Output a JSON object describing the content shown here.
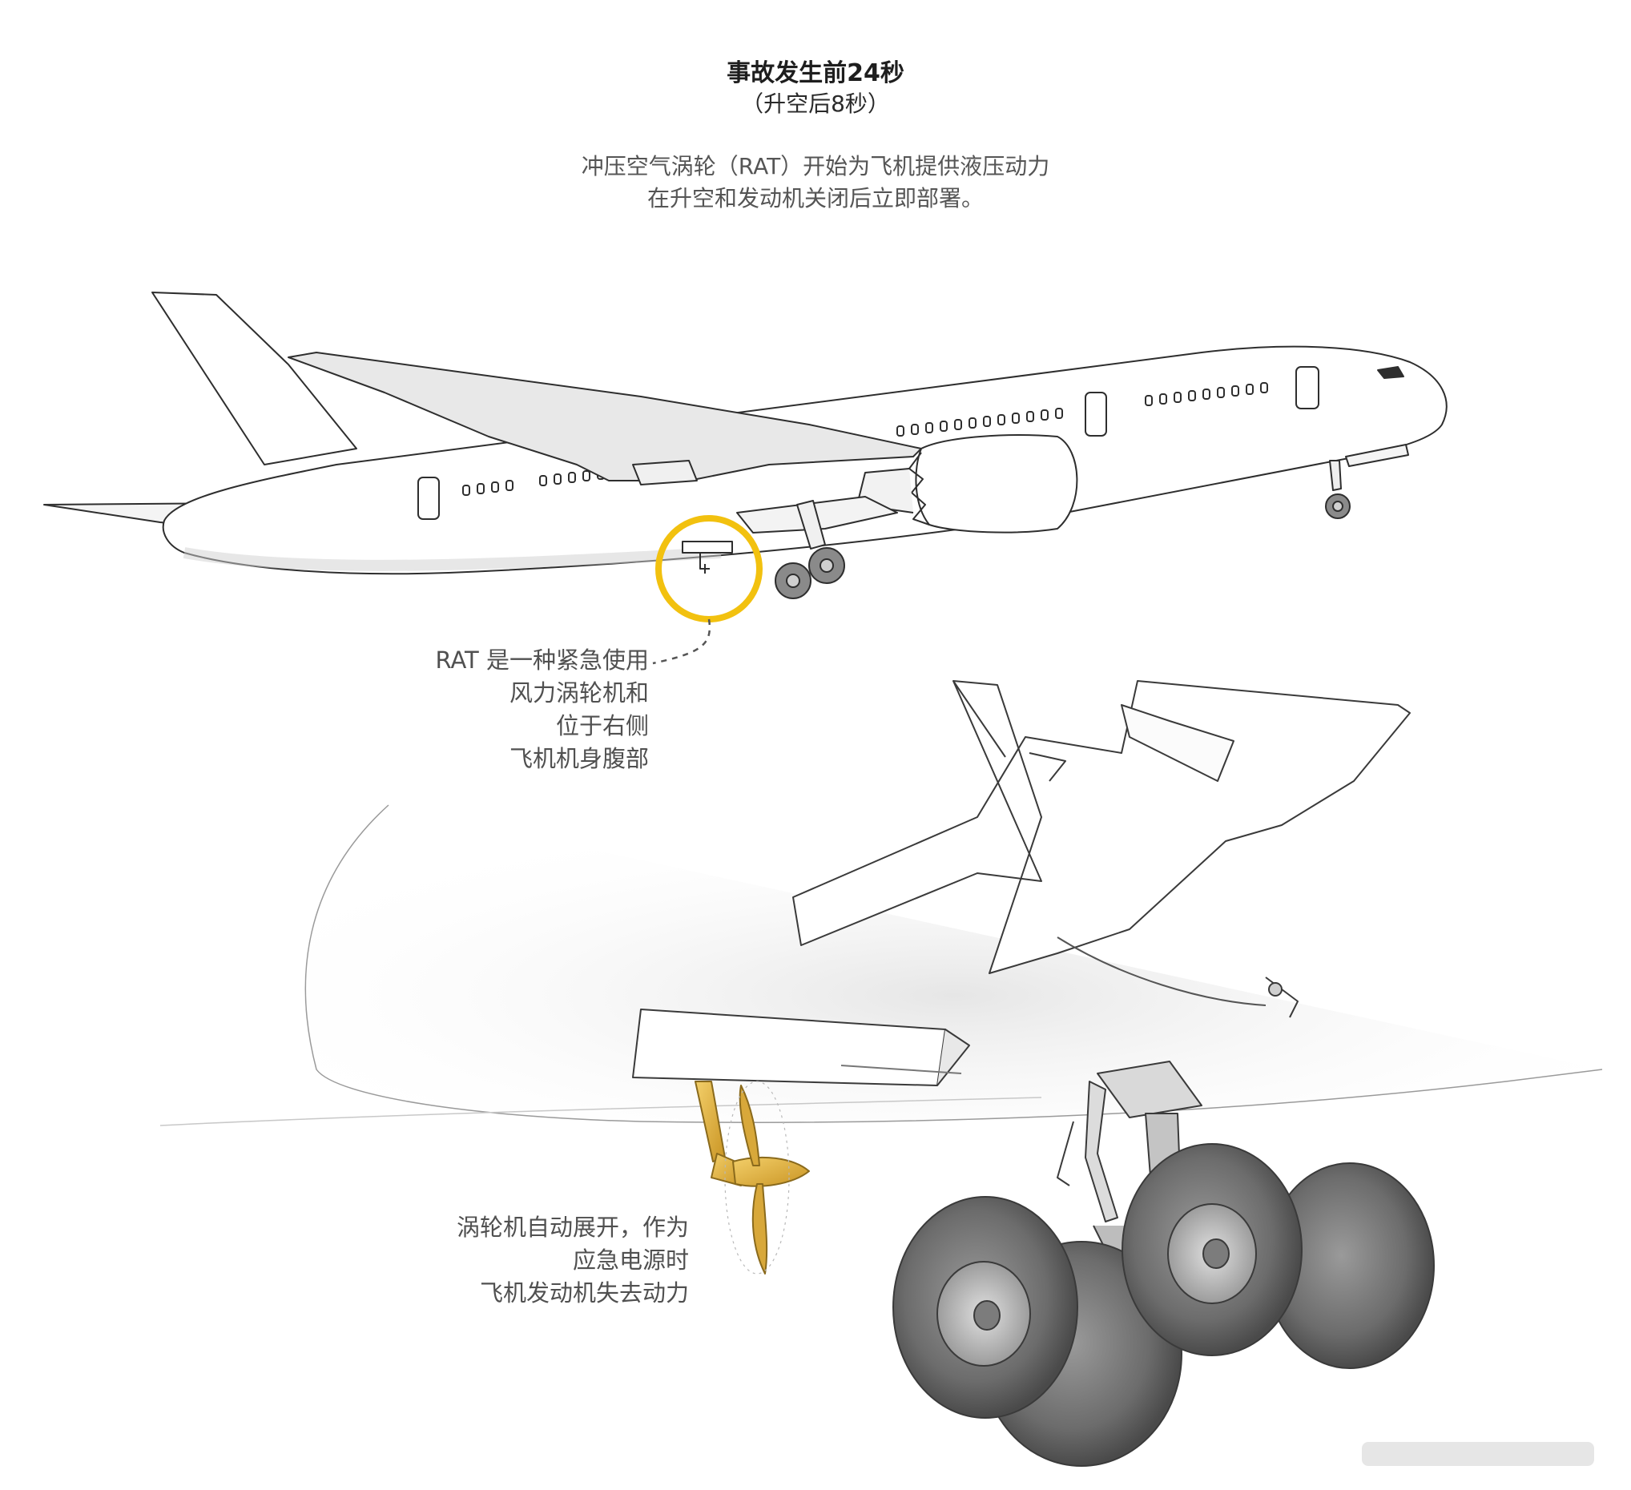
{
  "header": {
    "title": "事故发生前24秒",
    "subtitle": "（升空后8秒）"
  },
  "description": {
    "lines": [
      "冲压空气涡轮（RAT）开始为飞机提供液压动力",
      "在升空和发动机关闭后立即部署。"
    ]
  },
  "callout_rat": {
    "lines": [
      "RAT 是一种紧急使用",
      "风力涡轮机和",
      "位于右侧",
      "飞机机身腹部"
    ],
    "highlight_color": "#f2c10f"
  },
  "callout_turbine": {
    "lines": [
      "涡轮机自动展开，作为",
      "应急电源时",
      "飞机发动机失去动力"
    ],
    "turbine_color": "#e3b23c"
  },
  "illustrations": {
    "top": "side view of airliner climbing after takeoff with RAT location circled",
    "bottom": "close-up of belly showing deployed ram air turbine and main landing gear"
  }
}
